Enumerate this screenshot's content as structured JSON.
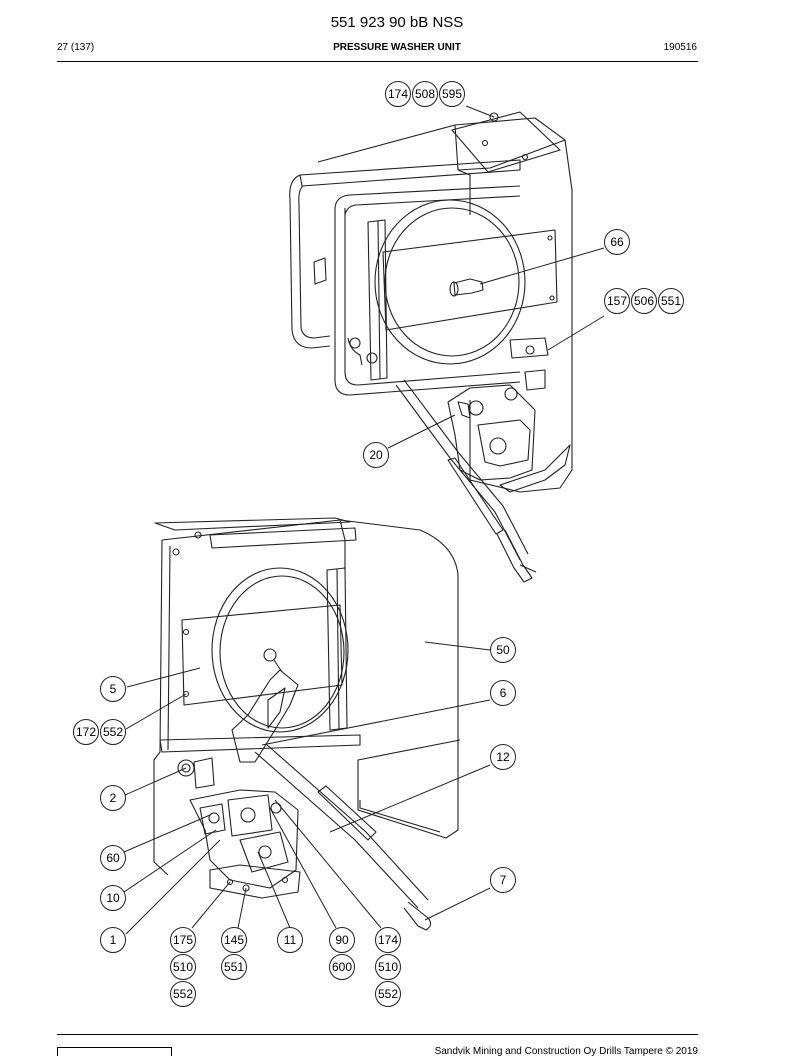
{
  "header": {
    "doc_number": "551 923 90 bB NSS",
    "page": "27 (137)",
    "title": "PRESSURE WASHER UNIT",
    "date": "190516"
  },
  "callouts": [
    {
      "id": "c-174-508-595",
      "labels": [
        "174",
        "508",
        "595"
      ]
    },
    {
      "id": "c-66",
      "labels": [
        "66"
      ]
    },
    {
      "id": "c-157-506-551",
      "labels": [
        "157",
        "506",
        "551"
      ]
    },
    {
      "id": "c-20",
      "labels": [
        "20"
      ]
    },
    {
      "id": "c-50",
      "labels": [
        "50"
      ]
    },
    {
      "id": "c-5",
      "labels": [
        "5"
      ]
    },
    {
      "id": "c-6",
      "labels": [
        "6"
      ]
    },
    {
      "id": "c-172-552",
      "labels": [
        "172",
        "552"
      ]
    },
    {
      "id": "c-12",
      "labels": [
        "12"
      ]
    },
    {
      "id": "c-2",
      "labels": [
        "2"
      ]
    },
    {
      "id": "c-60",
      "labels": [
        "60"
      ]
    },
    {
      "id": "c-7",
      "labels": [
        "7"
      ]
    },
    {
      "id": "c-10",
      "labels": [
        "10"
      ]
    },
    {
      "id": "c-1",
      "labels": [
        "1"
      ]
    },
    {
      "id": "c-175-510-552",
      "labels": [
        "175",
        "510",
        "552"
      ]
    },
    {
      "id": "c-145-551",
      "labels": [
        "145",
        "551"
      ]
    },
    {
      "id": "c-11",
      "labels": [
        "11"
      ]
    },
    {
      "id": "c-90-600",
      "labels": [
        "90",
        "600"
      ]
    },
    {
      "id": "c-174-510-552",
      "labels": [
        "174",
        "510",
        "552"
      ]
    }
  ],
  "footer": {
    "copyright": "Sandvik Mining and Construction Oy Drills Tampere © 2019"
  }
}
